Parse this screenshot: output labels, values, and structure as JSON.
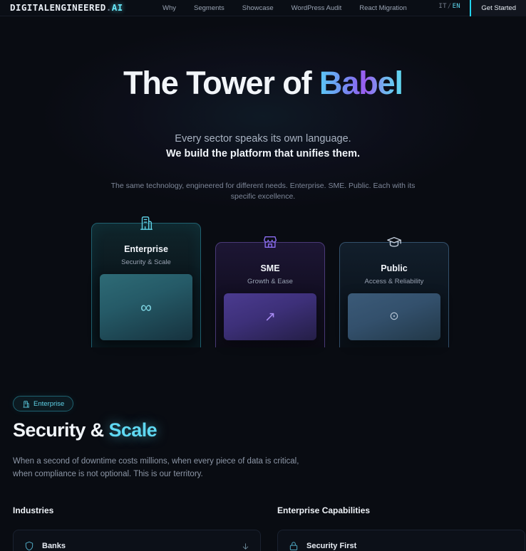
{
  "nav": {
    "logo": {
      "main": "DIGITALENGINEERED",
      "dot": ".",
      "suffix": "AI"
    },
    "links": [
      {
        "label": "Why"
      },
      {
        "label": "Segments"
      },
      {
        "label": "Showcase"
      },
      {
        "label": "WordPress Audit"
      },
      {
        "label": "React Migration"
      }
    ],
    "language": {
      "it": "IT",
      "separator": "/",
      "en": "EN",
      "active": "EN"
    },
    "cta_label": "Get Started"
  },
  "hero": {
    "title_plain": "The Tower of ",
    "title_accent": "Babel",
    "subtitle_line1": "Every sector speaks its own language.",
    "subtitle_line2": "We build the platform that unifies them.",
    "description": "The same technology, engineered for different needs. Enterprise. SME. Public. Each with its specific excellence."
  },
  "cards": [
    {
      "id": "enterprise",
      "icon": "building-icon",
      "title": "Enterprise",
      "subtitle": "Security & Scale",
      "panel_icon": "infinity-icon",
      "panel_glyph": "∞",
      "accent": "#22d3ee"
    },
    {
      "id": "sme",
      "icon": "store-icon",
      "title": "SME",
      "subtitle": "Growth & Ease",
      "panel_icon": "arrow-up-right-icon",
      "panel_glyph": "↗",
      "accent": "#8b5cf6"
    },
    {
      "id": "public",
      "icon": "graduation-cap-icon",
      "title": "Public",
      "subtitle": "Access & Reliability",
      "panel_icon": "target-dot-icon",
      "panel_glyph": "⊙",
      "accent": "#64809c"
    }
  ],
  "segment": {
    "badge_label": "Enterprise",
    "badge_icon": "building-icon",
    "title_plain": "Security & ",
    "title_accent": "Scale",
    "description": "When a second of downtime costs millions, when every piece of data is critical, when compliance is not optional. This is our territory."
  },
  "lists": {
    "industries": {
      "heading": "Industries",
      "items": [
        {
          "label": "Banks",
          "icon": "shield-icon",
          "arrow": "arrow-down-icon"
        }
      ]
    },
    "capabilities": {
      "heading": "Enterprise Capabilities",
      "items": [
        {
          "label": "Security First",
          "icon": "lock-icon"
        }
      ]
    }
  },
  "colors": {
    "background": "#090c12",
    "accent_cyan": "#22d3ee",
    "accent_purple": "#8b5cf6",
    "text_primary": "#f1f5f9",
    "text_muted": "#8d97a7"
  }
}
